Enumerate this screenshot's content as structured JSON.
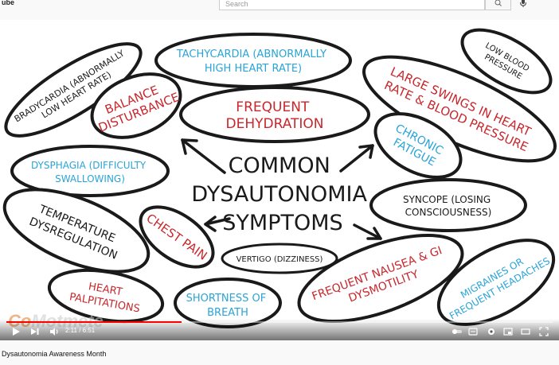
{
  "header": {
    "logo_text": "ube",
    "search_placeholder": "Search"
  },
  "video": {
    "center_title_lines": [
      "COMMON",
      "DYSAUTONOMIA",
      "SYMPTOMS"
    ],
    "symptoms": {
      "bradycardia": [
        "BRADYCARDIA (ABNORMALLY",
        "LOW HEART RATE)"
      ],
      "balance": [
        "BALANCE",
        "DISTURBANCE"
      ],
      "tachycardia": [
        "TACHYCARDIA (ABNORMALLY",
        "HIGH HEART RATE)"
      ],
      "large_swings": [
        "LARGE SWINGS IN HEART",
        "RATE & BLOOD PRESSURE"
      ],
      "low_bp": [
        "LOW BLOOD",
        "PRESSURE"
      ],
      "dehydration": [
        "FREQUENT",
        "DEHYDRATION"
      ],
      "fatigue": [
        "CHRONIC",
        "FATIGUE"
      ],
      "dysphagia": [
        "DYSPHAGIA (DIFFICULTY",
        "SWALLOWING)"
      ],
      "syncope": [
        "SYNCOPE (LOSING",
        "CONSCIOUSNESS)"
      ],
      "temperature": [
        "TEMPERATURE",
        "DYSREGULATION"
      ],
      "chest_pain": [
        "CHEST PAIN"
      ],
      "vertigo": [
        "VERTIGO (DIZZINESS)"
      ],
      "nausea": [
        "FREQUENT NAUSEA & GI",
        "DYSMOTILITY"
      ],
      "migraines": [
        "MIGRAINES OR",
        "FREQUENT HEADACHES"
      ],
      "palpitations": [
        "HEART",
        "PALPITATIONS"
      ],
      "breath": [
        "SHORTNESS OF",
        "BREATH"
      ]
    },
    "watermark": {
      "part1": "Co",
      "part2": "Motmete"
    },
    "colors": {
      "red": "#c8272c",
      "blue": "#2aa4d8",
      "ink": "#1a1a1a"
    }
  },
  "player": {
    "time_display": "2:11 / 6:51",
    "progress_fraction": 0.32,
    "controls": [
      "play-icon",
      "next-icon",
      "volume-icon",
      "settings-icon",
      "subtitles-icon",
      "miniplayer-icon",
      "theater-icon",
      "fullscreen-icon"
    ]
  },
  "page": {
    "video_title": "Dysautonomia Awareness Month"
  }
}
